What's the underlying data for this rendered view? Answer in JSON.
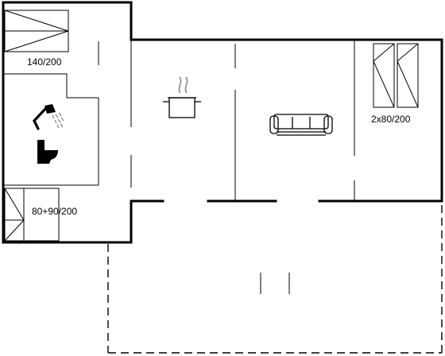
{
  "floor_plan": {
    "rooms": {
      "bedroom_top": {
        "bed_label": "140/200"
      },
      "bathroom": {
        "fixtures": [
          "shower-icon",
          "toilet-icon"
        ]
      },
      "bedroom_bottom": {
        "bed_label": "80+90/200"
      },
      "kitchen": {
        "fixture": "cooking-pot-icon"
      },
      "living_room": {
        "fixture": "sofa-icon"
      },
      "bedroom_right": {
        "bed_label": "2x80/200"
      }
    },
    "terrace": {
      "outline": "dashed"
    }
  }
}
